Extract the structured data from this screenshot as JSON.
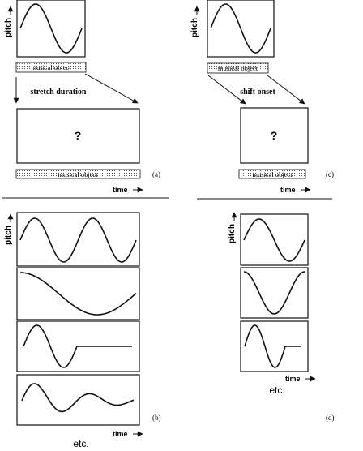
{
  "labels": {
    "pitch": "pitch",
    "time": "time",
    "musical_object": "musical object",
    "stretch_duration": "stretch duration",
    "shift_onset": "shift onset",
    "question": "?",
    "etc": "etc.",
    "panel_a": "(a)",
    "panel_b": "(b)",
    "panel_c": "(c)",
    "panel_d": "(d)"
  },
  "icons": {
    "axis_arrow": "right-arrow-icon"
  },
  "colors": {
    "ink": "#111111",
    "background": "#ffffff",
    "stipple": "#555555"
  }
}
